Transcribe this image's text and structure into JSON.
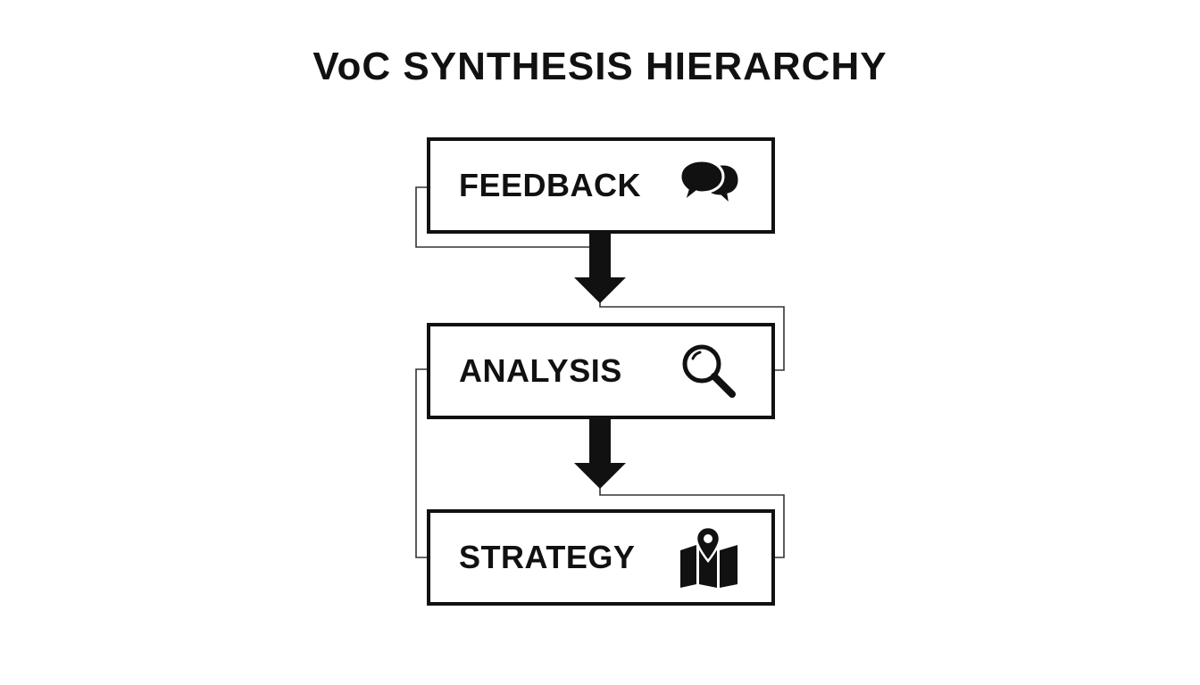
{
  "title": "VoC SYNTHESIS HIERARCHY",
  "colors": {
    "ink": "#111111",
    "background": "#ffffff",
    "connector": "#333333"
  },
  "nodes": [
    {
      "id": "feedback",
      "label": "FEEDBACK",
      "icon": "speech-bubbles-icon"
    },
    {
      "id": "analysis",
      "label": "ANALYSIS",
      "icon": "magnifying-glass-icon"
    },
    {
      "id": "strategy",
      "label": "STRATEGY",
      "icon": "map-pin-icon"
    }
  ],
  "edges": [
    {
      "from": "feedback",
      "to": "analysis"
    },
    {
      "from": "analysis",
      "to": "strategy"
    }
  ]
}
